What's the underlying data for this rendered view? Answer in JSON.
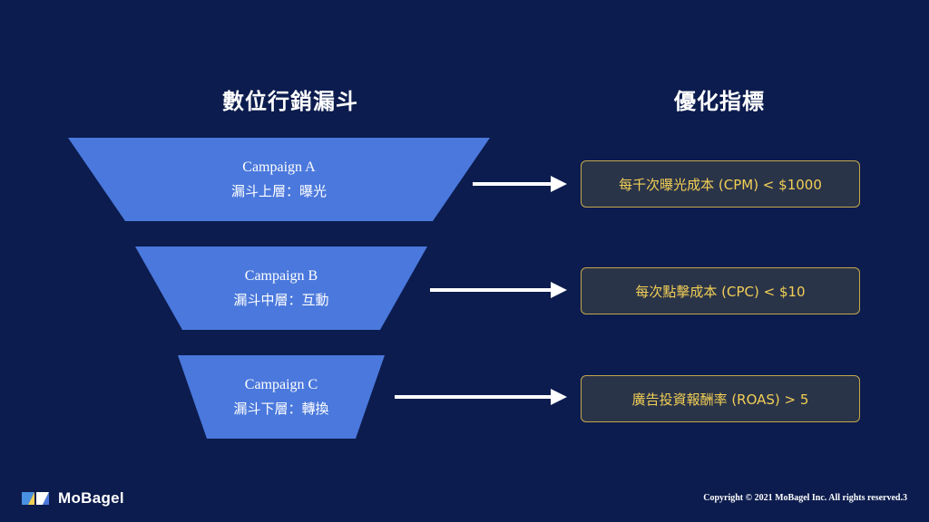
{
  "headings": {
    "funnel": "數位行銷漏斗",
    "metrics": "優化指標"
  },
  "stages": [
    {
      "campaign": "Campaign A",
      "layer": "漏斗上層：曝光",
      "color": "#4a78dc"
    },
    {
      "campaign": "Campaign B",
      "layer": "漏斗中層：互動",
      "color": "#4a78dc"
    },
    {
      "campaign": "Campaign C",
      "layer": "漏斗下層：轉換",
      "color": "#4a78dc"
    }
  ],
  "metrics": [
    {
      "text": "每千次曝光成本 (CPM) < $1000"
    },
    {
      "text": "每次點擊成本 (CPC) < $10"
    },
    {
      "text": "廣告投資報酬率 (ROAS) > 5"
    }
  ],
  "colors": {
    "background": "#0c1c4e",
    "funnel": "#4a78dc",
    "metric_text": "#f2cf55",
    "metric_border": "#c5a84a",
    "metric_fill": "#2a3449"
  },
  "footer": {
    "brand": "MoBagel",
    "logo_icon": "mobagel-logo-icon",
    "copyright": "Copyright © 2021 MoBagel Inc. All rights reserved.3"
  }
}
